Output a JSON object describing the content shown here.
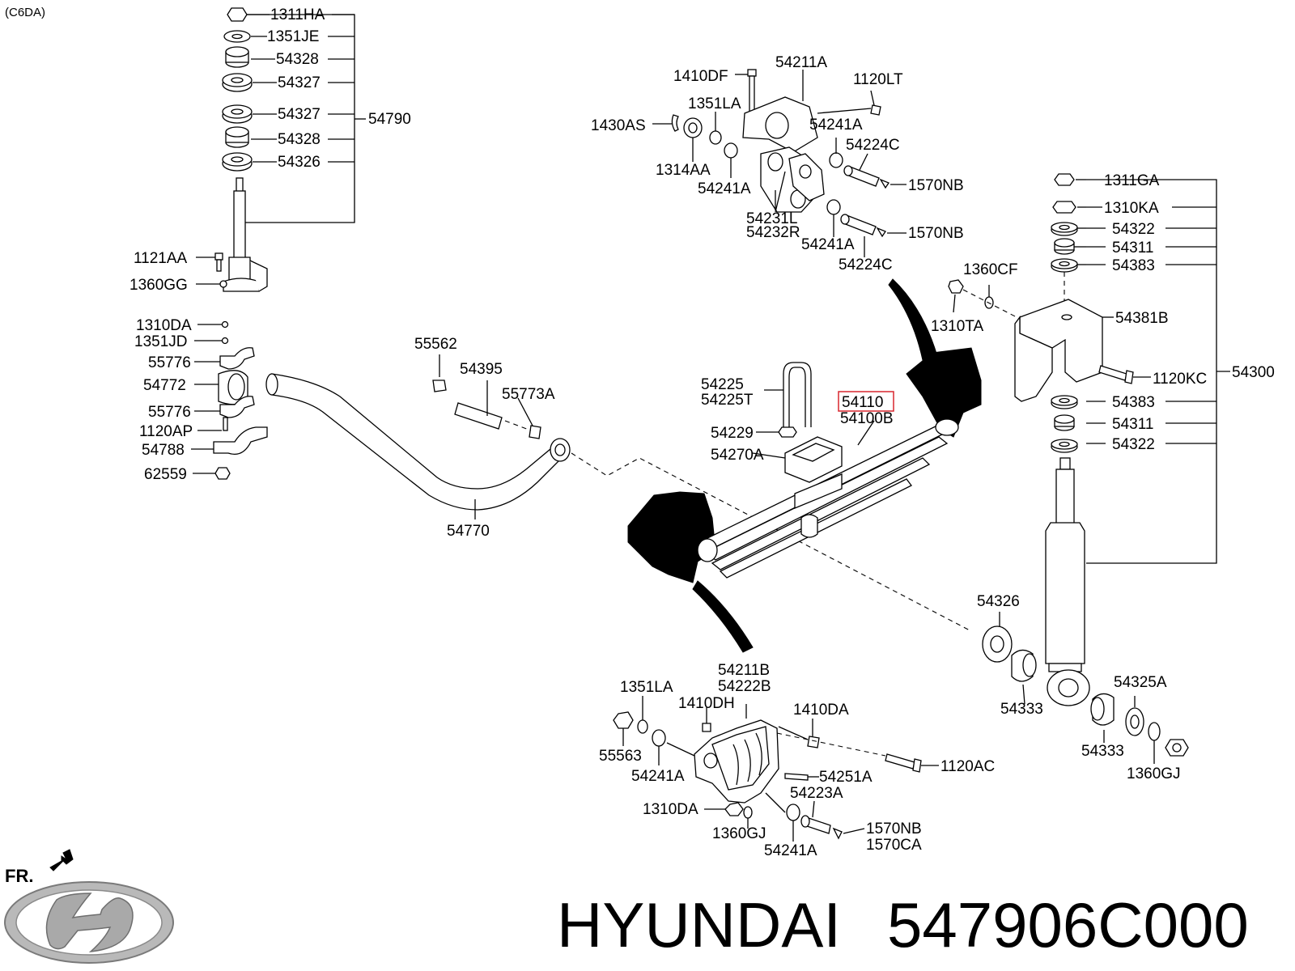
{
  "header_code": "(C6DA)",
  "front_marker": "FR.",
  "brand": "HYUNDAI",
  "part_number": "547906C000",
  "highlighted_part": "54110",
  "labels": {
    "l1311HA": "1311HA",
    "l1351JE": "1351JE",
    "l54328a": "54328",
    "l54327a": "54327",
    "l54327b": "54327",
    "l54328b": "54328",
    "l54326a": "54326",
    "l54790": "54790",
    "l1121AA": "1121AA",
    "l1360GG": "1360GG",
    "l1310DAa": "1310DA",
    "l1351JD": "1351JD",
    "l55776a": "55776",
    "l54772": "54772",
    "l55776b": "55776",
    "l1120AP": "1120AP",
    "l54788": "54788",
    "l62559": "62559",
    "l55562": "55562",
    "l54395": "54395",
    "l55773A": "55773A",
    "l54770": "54770",
    "l1410DF": "1410DF",
    "l54211A": "54211A",
    "l1120LT": "1120LT",
    "l1351LAa": "1351LA",
    "l1430AS": "1430AS",
    "l54241Aa": "54241A",
    "l54224Ca": "54224C",
    "l1314AA": "1314AA",
    "l1570NBa": "1570NB",
    "l54241Ab": "54241A",
    "l54231L": "54231L",
    "l54232R": "54232R",
    "l54241Ac": "54241A",
    "l1570NBb": "1570NB",
    "l54224Cb": "54224C",
    "l1360CF": "1360CF",
    "l1310TA": "1310TA",
    "l54225": "54225",
    "l54225T": "54225T",
    "l54110": "54110",
    "l54100B": "54100B",
    "l54229": "54229",
    "l54270A": "54270A",
    "l1311GA": "1311GA",
    "l1310KA": "1310KA",
    "l54322a": "54322",
    "l54311a": "54311",
    "l54383a": "54383",
    "l54381B": "54381B",
    "l1120KC": "1120KC",
    "l54300": "54300",
    "l54383b": "54383",
    "l54311b": "54311",
    "l54322b": "54322",
    "l54326b": "54326",
    "l54333a": "54333",
    "l54325A": "54325A",
    "l54333b": "54333",
    "l1360GJa": "1360GJ",
    "l54211B": "54211B",
    "l54222B": "54222B",
    "l1351LAb": "1351LA",
    "l1410DH": "1410DH",
    "l1410DA": "1410DA",
    "l55563": "55563",
    "l54241Ad": "54241A",
    "l1120AC": "1120AC",
    "l54251A": "54251A",
    "l54223A": "54223A",
    "l1310DAb": "1310DA",
    "l1570NBc": "1570NB",
    "l1570CA": "1570CA",
    "l1360GJb": "1360GJ",
    "l54241Ae": "54241A"
  }
}
